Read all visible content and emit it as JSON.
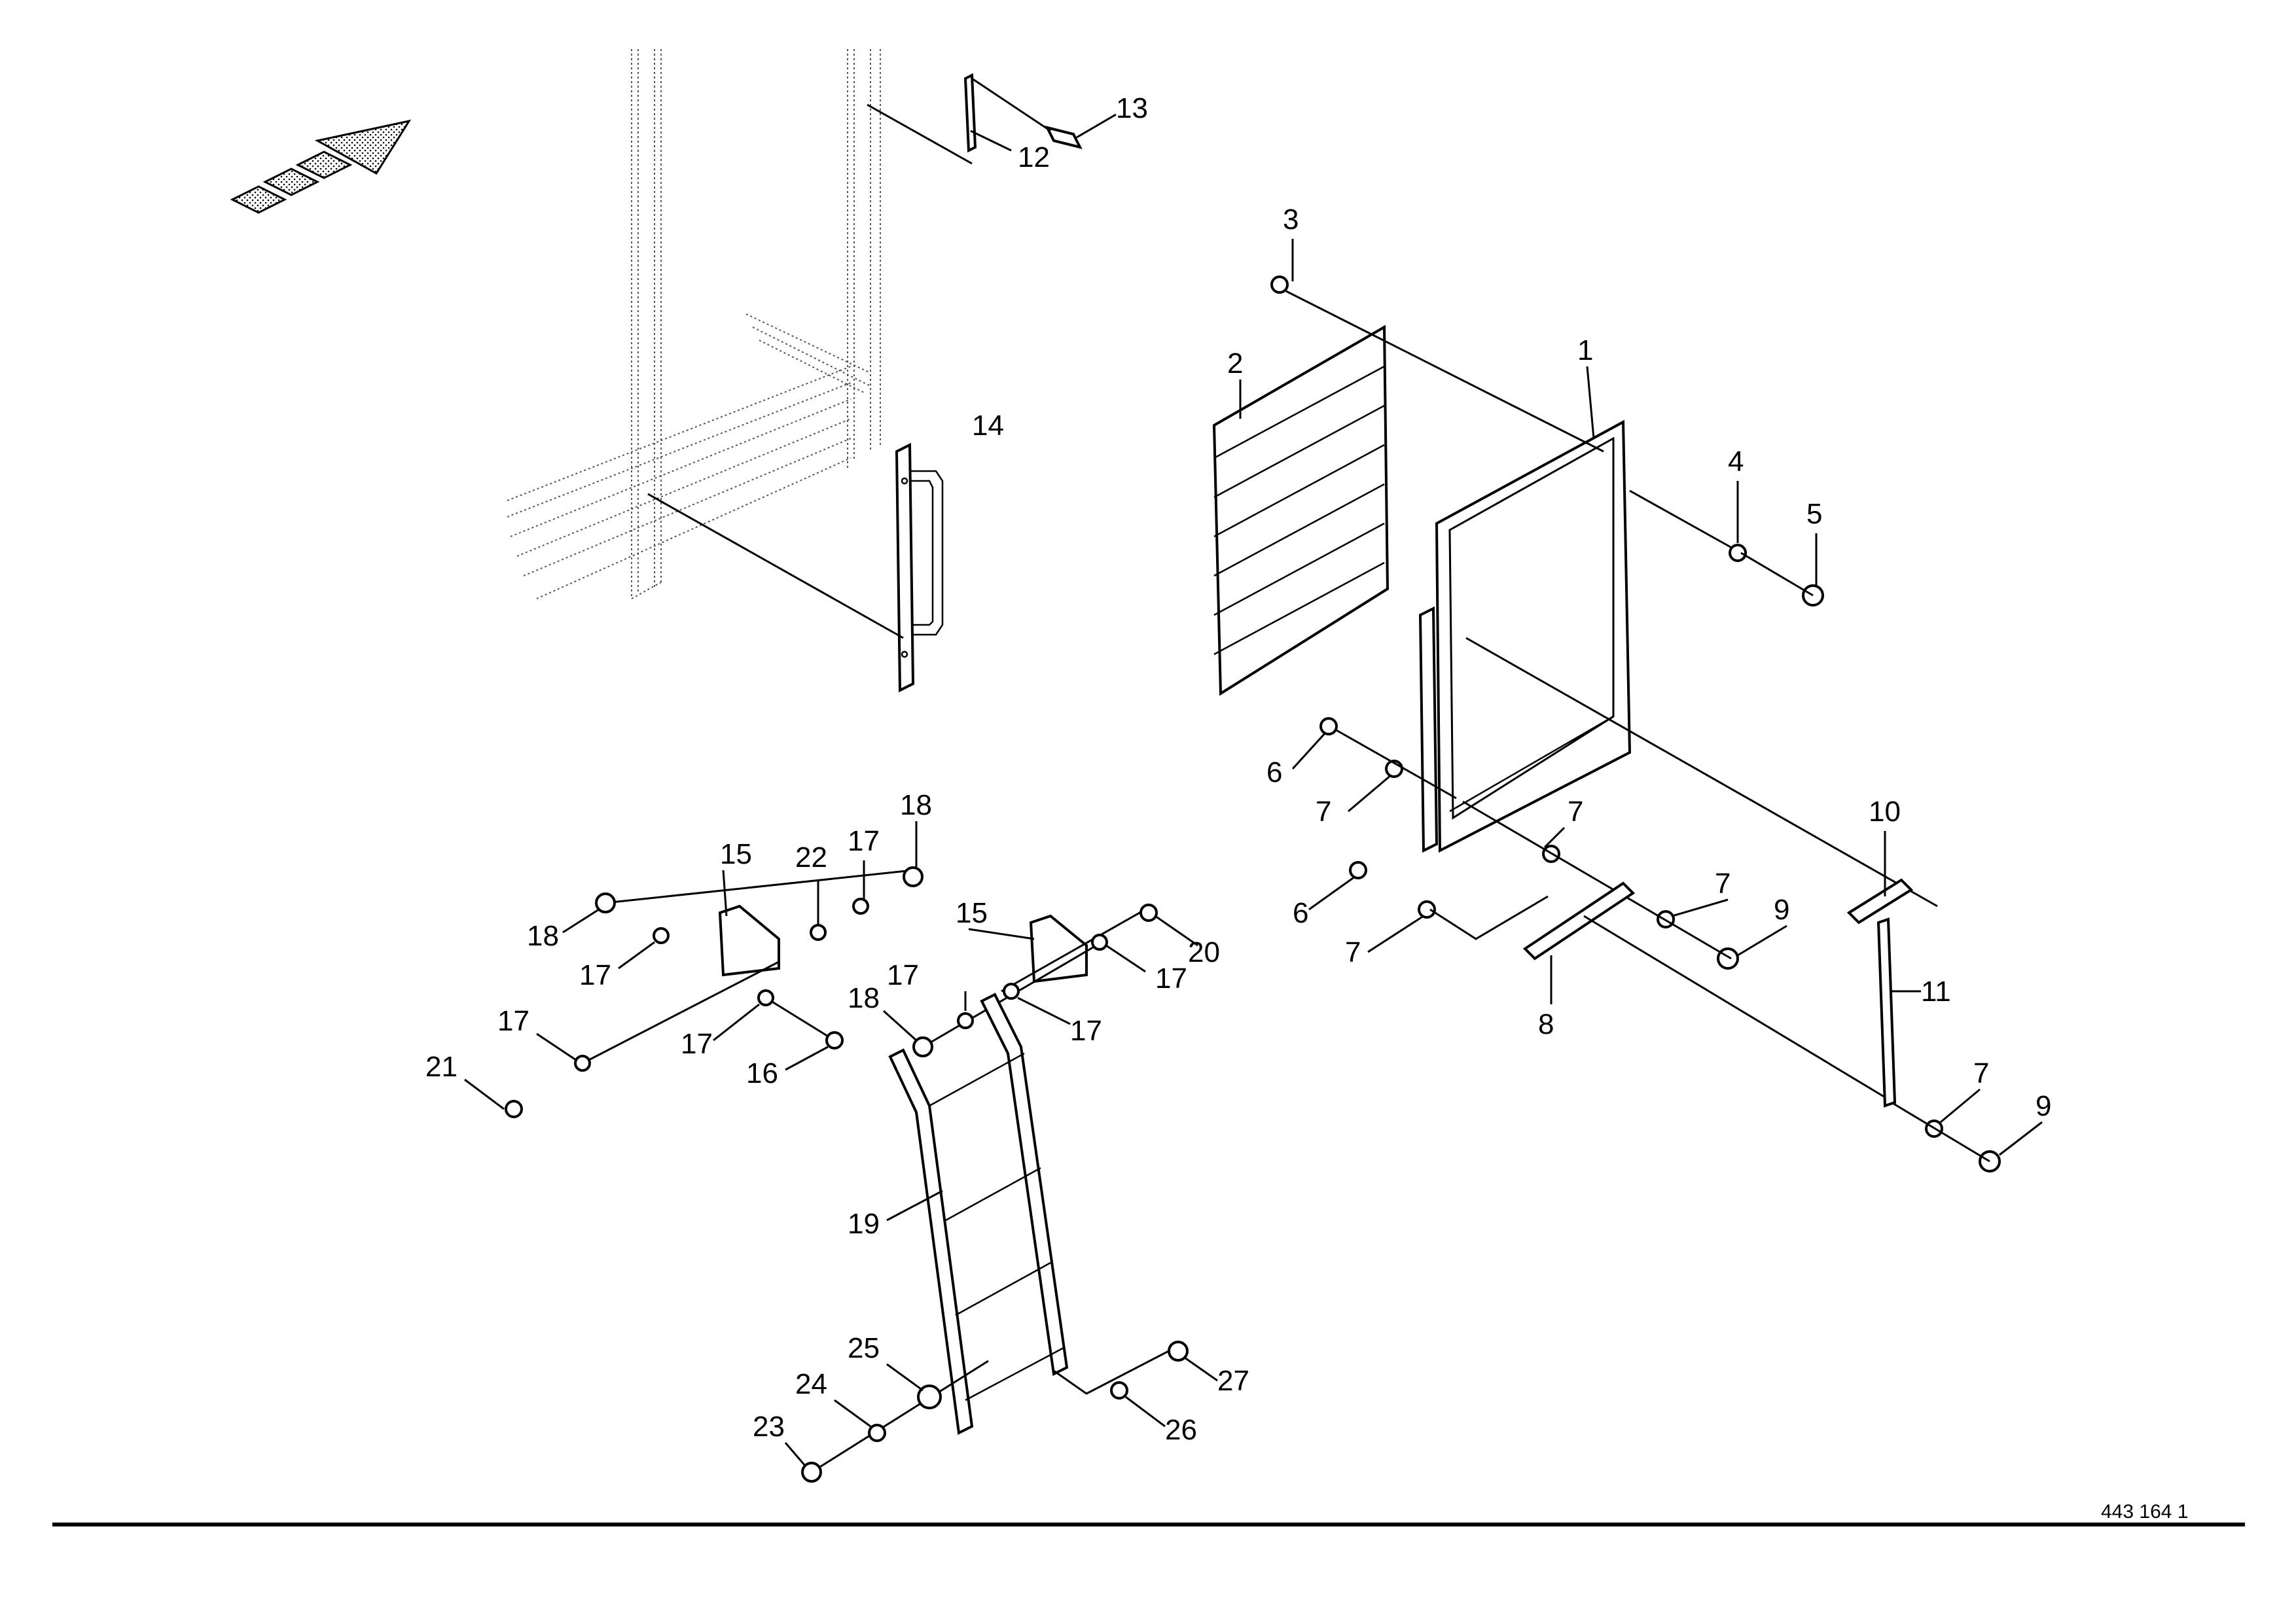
{
  "labels": [
    {
      "text": "1"
    },
    {
      "text": "2"
    },
    {
      "text": "3"
    },
    {
      "text": "4"
    },
    {
      "text": "5"
    },
    {
      "text": "6"
    },
    {
      "text": "7"
    },
    {
      "text": "7"
    },
    {
      "text": "6"
    },
    {
      "text": "7"
    },
    {
      "text": "7"
    },
    {
      "text": "9"
    },
    {
      "text": "8"
    },
    {
      "text": "10"
    },
    {
      "text": "11"
    },
    {
      "text": "7"
    },
    {
      "text": "9"
    },
    {
      "text": "12"
    },
    {
      "text": "13"
    },
    {
      "text": "14"
    },
    {
      "text": "15"
    },
    {
      "text": "22"
    },
    {
      "text": "17"
    },
    {
      "text": "18"
    },
    {
      "text": "18"
    },
    {
      "text": "17"
    },
    {
      "text": "17"
    },
    {
      "text": "17"
    },
    {
      "text": "21"
    },
    {
      "text": "16"
    },
    {
      "text": "15"
    },
    {
      "text": "20"
    },
    {
      "text": "17"
    },
    {
      "text": "17"
    },
    {
      "text": "18"
    },
    {
      "text": "17"
    },
    {
      "text": "19"
    },
    {
      "text": "25"
    },
    {
      "text": "24"
    },
    {
      "text": "23"
    },
    {
      "text": "26"
    },
    {
      "text": "27"
    }
  ],
  "drawing_number": "443 164 1"
}
